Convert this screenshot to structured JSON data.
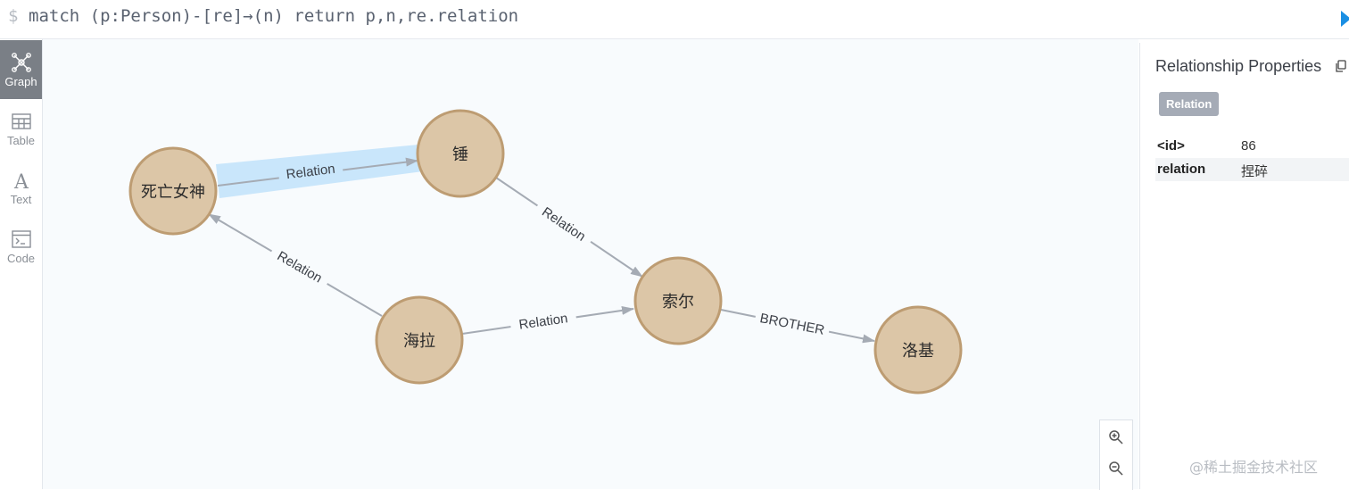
{
  "query": {
    "prompt": "$",
    "text": "match (p:Person)-[re]→(n) return p,n,re.relation"
  },
  "views": [
    {
      "label": "Graph",
      "icon": "graph-icon",
      "active": true
    },
    {
      "label": "Table",
      "icon": "table-icon",
      "active": false
    },
    {
      "label": "Text",
      "icon": "text-icon",
      "active": false
    },
    {
      "label": "Code",
      "icon": "code-icon",
      "active": false
    }
  ],
  "graph": {
    "nodes": [
      {
        "id": "death",
        "label": "死亡女神"
      },
      {
        "id": "hammer",
        "label": "锤"
      },
      {
        "id": "thor",
        "label": "索尔"
      },
      {
        "id": "hela",
        "label": "海拉"
      },
      {
        "id": "loki",
        "label": "洛基"
      }
    ],
    "relationships": [
      {
        "from": "death",
        "to": "hammer",
        "label": "Relation",
        "selected": true
      },
      {
        "from": "hammer",
        "to": "thor",
        "label": "Relation",
        "selected": false
      },
      {
        "from": "hela",
        "to": "death",
        "label": "Relation",
        "selected": false
      },
      {
        "from": "hela",
        "to": "thor",
        "label": "Relation",
        "selected": false
      },
      {
        "from": "thor",
        "to": "loki",
        "label": "BROTHER",
        "selected": false
      }
    ],
    "colors": {
      "node_fill": "#dcc6a7",
      "node_border": "#bd9c72",
      "selection_highlight": "#c9e6fb",
      "relationship": "#a5abb4"
    }
  },
  "properties_panel": {
    "title": "Relationship Properties",
    "type_badge": "Relation",
    "rows": [
      {
        "key": "<id>",
        "value": "86"
      },
      {
        "key": "relation",
        "value": "捏碎"
      }
    ]
  },
  "watermark": "@稀土掘金技术社区"
}
